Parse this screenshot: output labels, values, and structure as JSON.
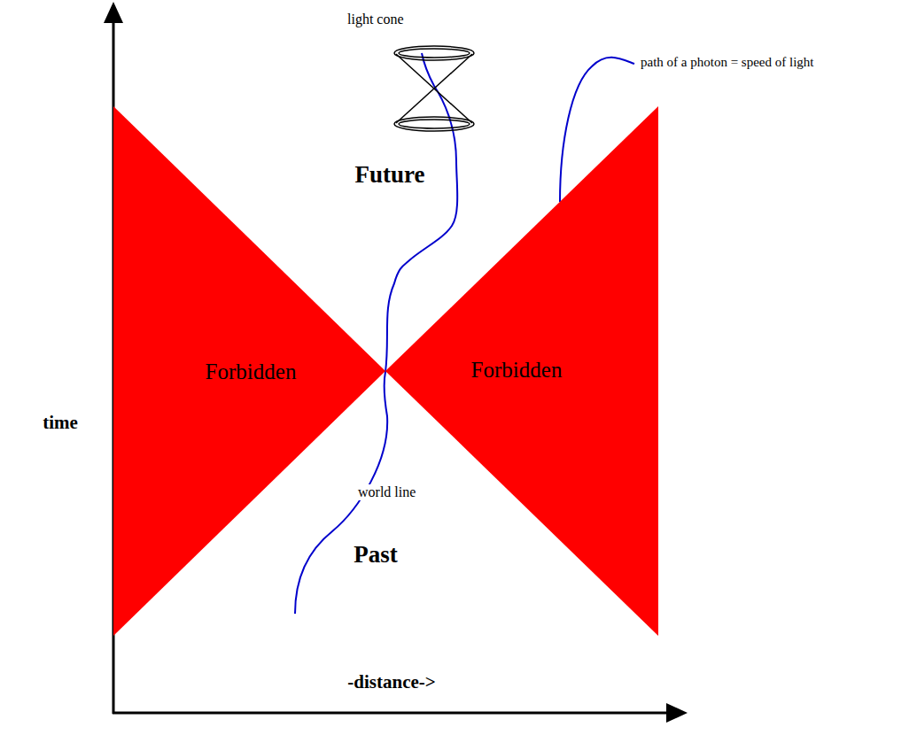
{
  "diagram": {
    "nodes": [
      {
        "text": [
          "Forbidden"
        ]
      },
      {
        "text": [
          "Forbidden"
        ]
      }
    ],
    "labels": [
      "light cone",
      "path of a photon = speed of light",
      "Future",
      "time",
      "world line",
      "Past",
      "-distance->"
    ]
  }
}
